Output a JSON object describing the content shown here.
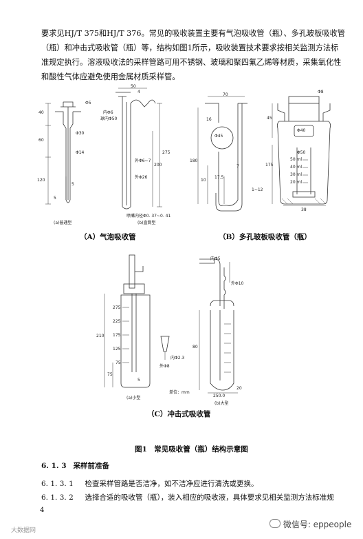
{
  "intro": {
    "line1": "要求见HJ/T 375和HJ/T 376。常见的吸收装置主要有气泡吸收管（瓶）、多孔玻板吸收管",
    "line2": "（瓶）和冲击式吸收管（瓶）等，结构如图1所示，吸收装置技术要求按相关监测方法标",
    "line3": "准规定执行。溶液吸收法的采样管路可用不锈钢、玻璃和聚四氟乙烯等材质，采集氧化性",
    "line4": "和酸性气体应避免使用金属材质采样管。"
  },
  "fig_a": {
    "dims": {
      "d40": "40",
      "d60": "60",
      "d120": "120",
      "d5": "5",
      "phi5": "Φ5",
      "phi30": "Φ30",
      "phi14": "Φ14",
      "d50": "50",
      "d4": "4",
      "inner6": "内Φ6",
      "ball50": "球内Φ50",
      "d275": "275",
      "d200": "200",
      "out67": "外Φ6~7",
      "out26": "外Φ26"
    },
    "sub_a": "(a)普通型",
    "sub_b": "(b)直筒型",
    "nozzle": "喷嘴内径Φ0. 37~0. 41",
    "caption": "（A）气泡吸收管"
  },
  "fig_b": {
    "dims": {
      "d70": "70",
      "d16": "16",
      "d180": "180",
      "phi45": "Φ45",
      "d10": "10",
      "d175": "17.5",
      "d7": "7",
      "d112": "1~12",
      "phi8": "Φ8",
      "d45": "45",
      "phi40": "Φ40",
      "phi50": "Φ50",
      "d175b": "175",
      "d38": "38"
    },
    "scale": [
      "50 ml",
      "40 ml",
      "30 ml",
      "20 ml"
    ],
    "caption": "（B）多孔玻板吸收管（瓶）"
  },
  "fig_c": {
    "dims": {
      "d210": "210",
      "d75": "75",
      "d5": "5",
      "inner23": "内Φ2.3",
      "out8": "外Φ8",
      "inner5": "内Φ5",
      "out10": "外Φ10",
      "d80": "80",
      "d250": "250.0",
      "d20": "20"
    },
    "ticks": [
      "275",
      "225",
      "175",
      "125",
      "75"
    ],
    "sub_a": "(a)小型",
    "sub_b": "(b)大型",
    "unit": "单位：mm",
    "caption": "（C）冲击式吸收管"
  },
  "figure_title": "图1　常见吸收管（瓶）结构示意图",
  "section": {
    "num": "6. 1. 3",
    "title": "采样前准备"
  },
  "items": [
    {
      "num": "6. 1. 3. 1",
      "text": "检查采样管路是否洁净，如不洁净应进行清洗或更换。"
    },
    {
      "num": "6. 1. 3. 2",
      "text": "选择合适的吸收管（瓶），装入相应的吸收液，具体要求见相关监测方法标准规"
    }
  ],
  "page_number": "4",
  "watermark_left": "大数据网",
  "watermark_right": "微信号: eppeople"
}
